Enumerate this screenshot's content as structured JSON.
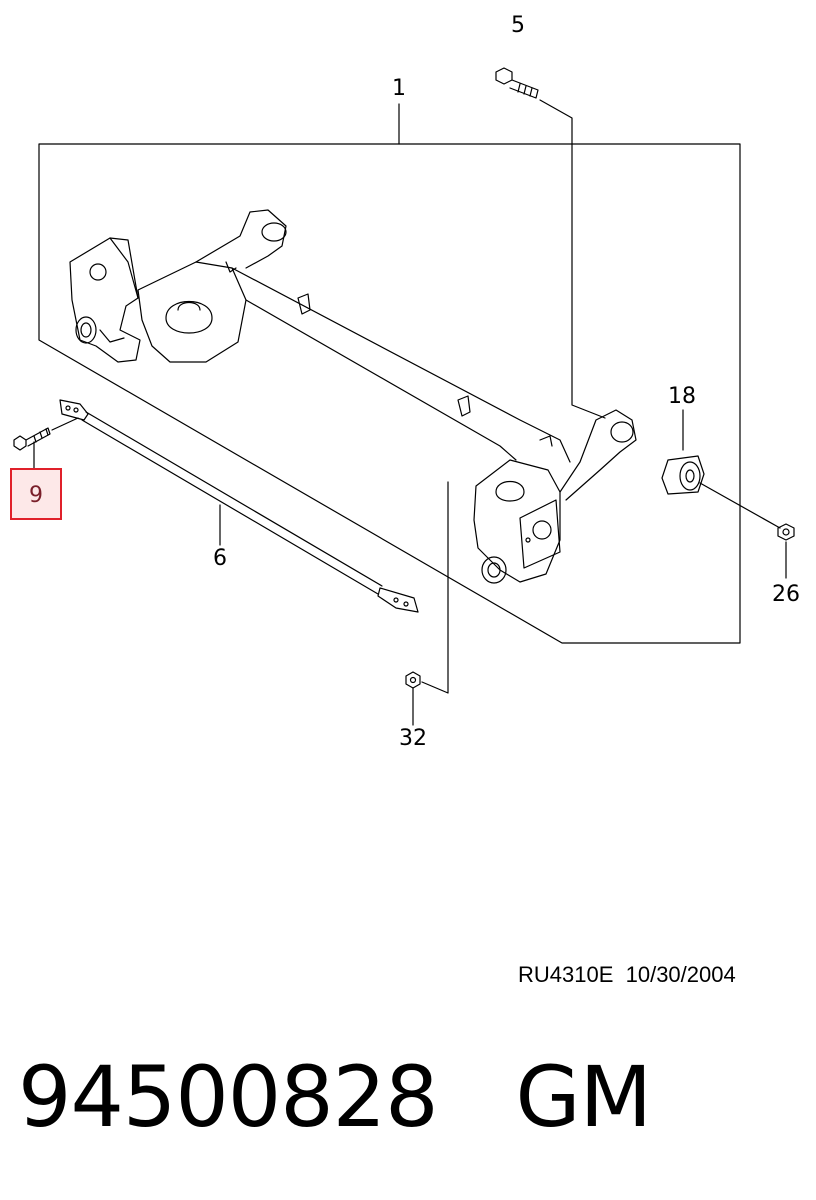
{
  "diagram": {
    "callouts": [
      {
        "id": "1",
        "label": "1"
      },
      {
        "id": "5",
        "label": "5"
      },
      {
        "id": "6",
        "label": "6"
      },
      {
        "id": "9",
        "label": "9",
        "highlighted": true
      },
      {
        "id": "18",
        "label": "18"
      },
      {
        "id": "26",
        "label": "26"
      },
      {
        "id": "32",
        "label": "32"
      }
    ],
    "highlight_color": "#e0202a"
  },
  "footer": {
    "reference": "RU4310E  10/30/2004",
    "part_number": "94500828",
    "brand": "GM"
  }
}
